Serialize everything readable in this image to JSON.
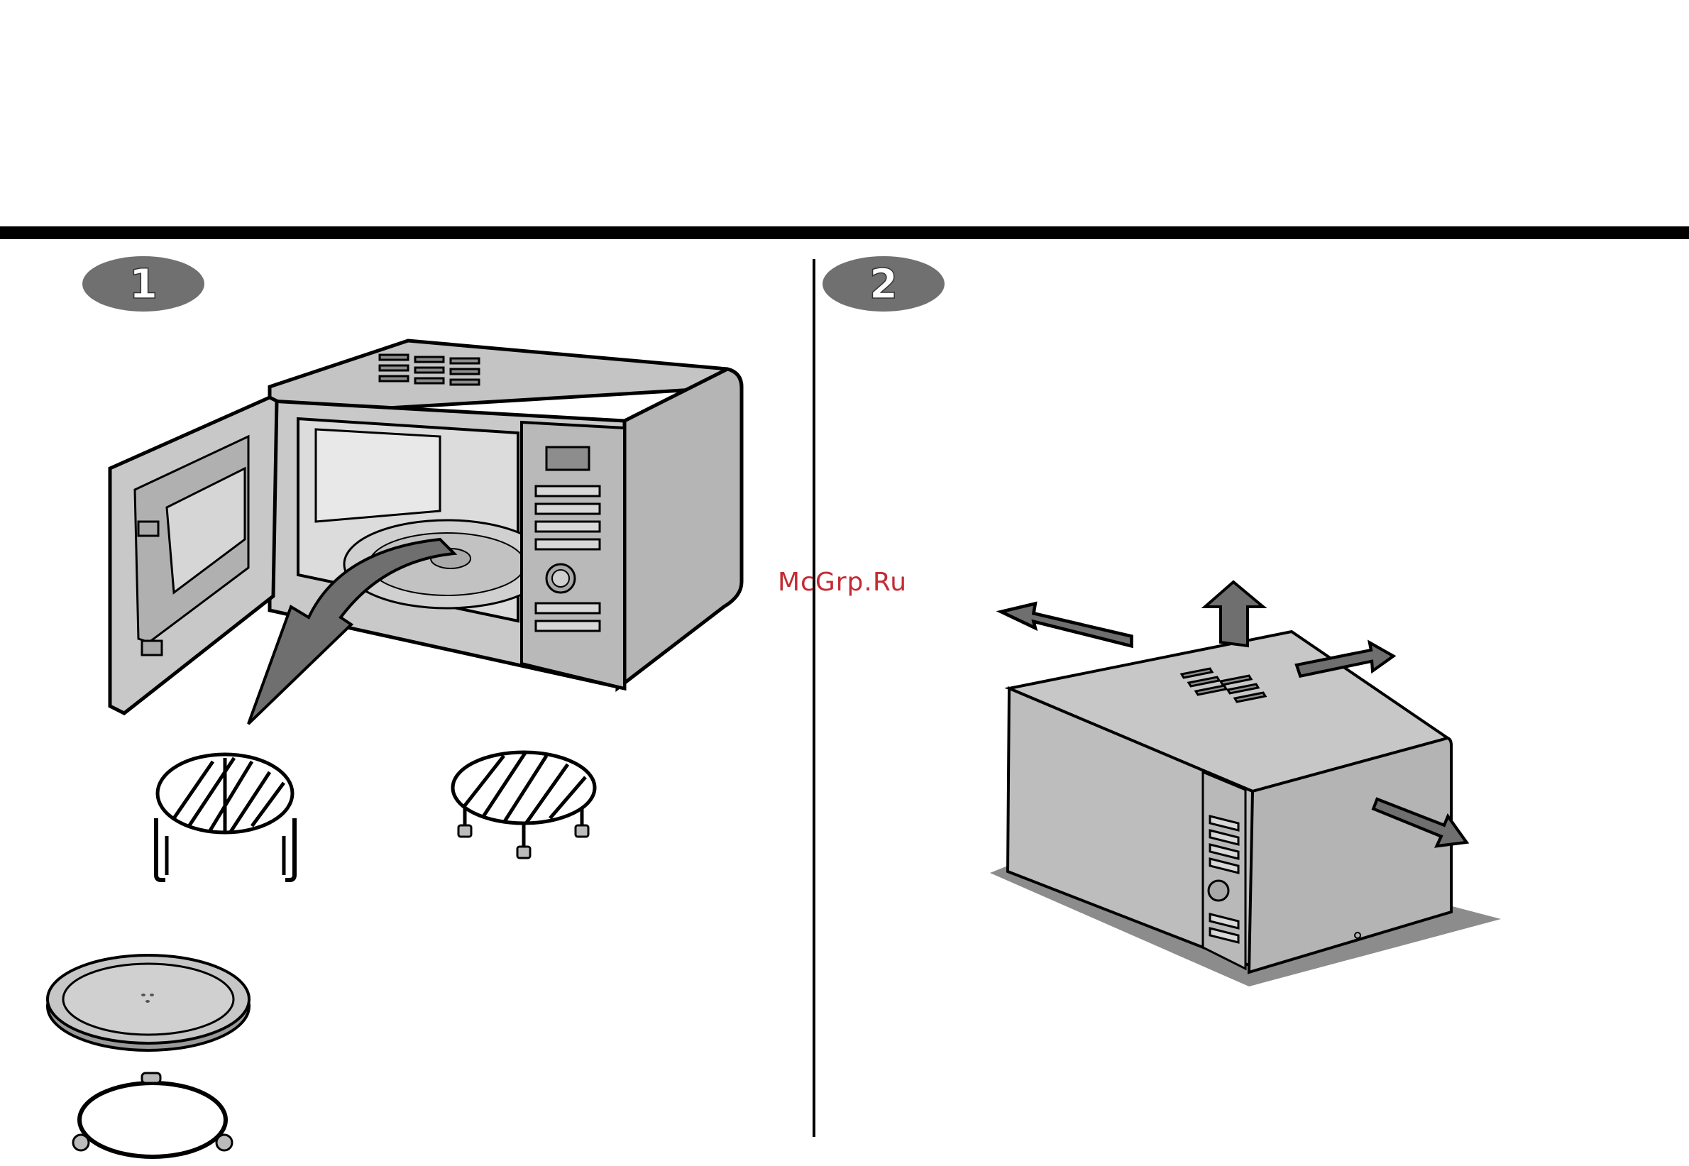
{
  "steps": [
    {
      "number": "1"
    },
    {
      "number": "2"
    }
  ],
  "watermark": "McGrp.Ru",
  "colors": {
    "appliance_fill": "#bdbdbd",
    "appliance_dark": "#9a9a9a",
    "arrow_fill": "#6f6f6f",
    "shadow": "#8c8c8c",
    "badge": "#707070"
  }
}
